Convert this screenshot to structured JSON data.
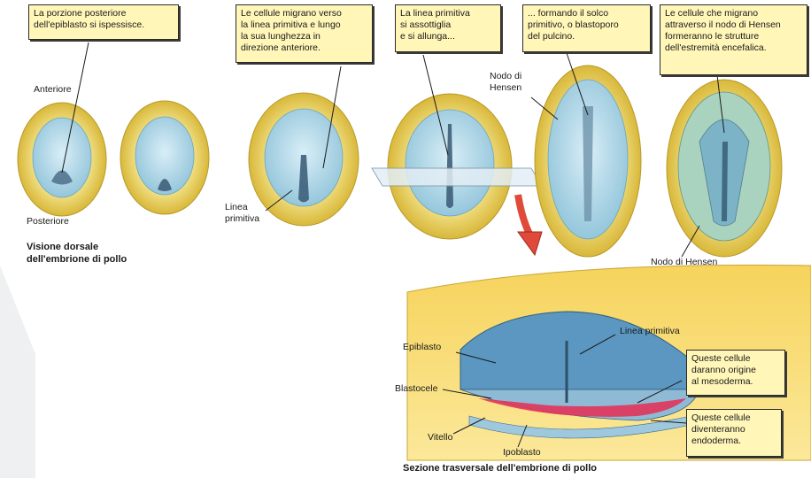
{
  "callouts": {
    "c1": [
      "La porzione posteriore",
      "dell'epiblasto si ispessisce."
    ],
    "c2": [
      "Le cellule migrano verso",
      "la linea primitiva e lungo",
      "la sua lunghezza in",
      "direzione anteriore."
    ],
    "c3": [
      "La linea primitiva",
      "si assottiglia",
      "e si allunga..."
    ],
    "c4": [
      "... formando il solco",
      "primitivo, o blastoporo",
      "del pulcino."
    ],
    "c5": [
      "Le cellule che migrano",
      "attraverso il nodo di Hensen",
      "formeranno le strutture",
      "dell'estremità encefalica."
    ],
    "c6": [
      "Queste cellule",
      "daranno origine",
      "al mesoderma."
    ],
    "c7": [
      "Queste cellule",
      "diventeranno",
      "endoderma."
    ]
  },
  "labels": {
    "anteriore": "Anteriore",
    "posteriore": "Posteriore",
    "linea_primitiva": [
      "Linea",
      "primitiva"
    ],
    "nodo_hensen_top": [
      "Nodo di",
      "Hensen"
    ],
    "nodo_hensen_bottom": "Nodo di Hensen",
    "visione_dorsale": [
      "Visione dorsale",
      "dell'embrione di pollo"
    ],
    "epiblasto": "Epiblasto",
    "blastocele": "Blastocele",
    "vitello": "Vitello",
    "ipoblasto": "Ipoblasto",
    "linea_primitiva_section": "Linea primitiva",
    "sezione": "Sezione trasversale dell'embrione di pollo"
  },
  "colors": {
    "callout_fill": "#fff6b8",
    "yolk_ring": "#e3c94e",
    "embryo_blue": "#b9dcea",
    "mesoderm_red": "#e2345a",
    "arrow_red": "#e04a3a"
  }
}
